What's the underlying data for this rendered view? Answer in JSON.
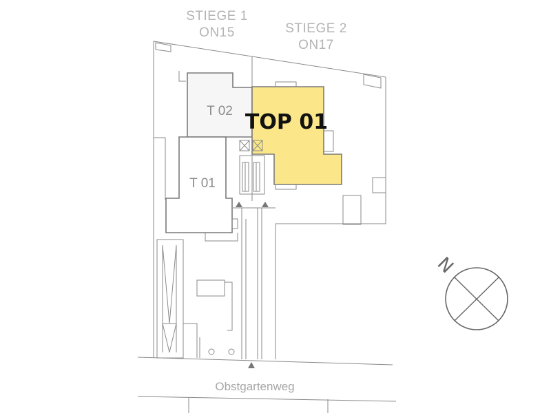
{
  "labels": {
    "stiege1": "STIEGE 1",
    "stiege1_no": "ON15",
    "stiege2": "STIEGE 2",
    "stiege2_no": "ON17",
    "t02": "T 02",
    "t01": "T 01",
    "top01": "TOP 01",
    "street": "Obstgartenweg",
    "north": "N"
  },
  "colors": {
    "highlight_fill": "#fbe789",
    "highlight_stroke": "#7a7a7a",
    "t02_fill": "#f6f6f6",
    "line": "#8a8a8a"
  }
}
